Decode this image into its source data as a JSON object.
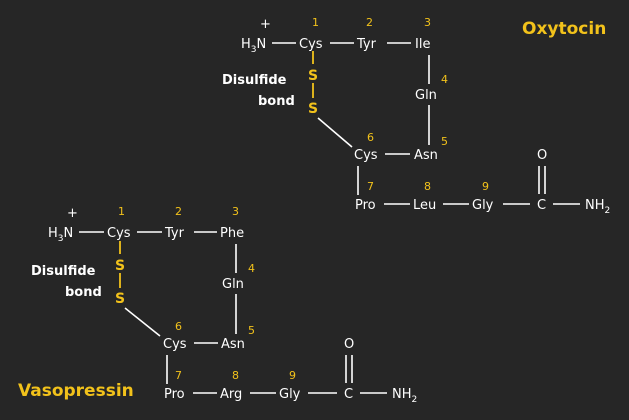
{
  "colors": {
    "background": "#262626",
    "text": "#ffffff",
    "accent": "#f2c21b"
  },
  "oxytocin": {
    "title": "Oxytocin",
    "n_terminus": "H",
    "n_sub": "3",
    "n_atom": "N",
    "charge": "+",
    "residues": [
      "Cys",
      "Tyr",
      "Ile",
      "Gln",
      "Asn",
      "Cys",
      "Pro",
      "Leu",
      "Gly"
    ],
    "numbers": [
      "1",
      "2",
      "3",
      "4",
      "5",
      "6",
      "7",
      "8",
      "9"
    ],
    "disulfide_label_1": "Disulfide",
    "disulfide_label_2": "bond",
    "sulfur": "S",
    "carbonyl_c": "C",
    "carbonyl_o": "O",
    "amide": "NH",
    "amide_sub": "2"
  },
  "vasopressin": {
    "title": "Vasopressin",
    "n_terminus": "H",
    "n_sub": "3",
    "n_atom": "N",
    "charge": "+",
    "residues": [
      "Cys",
      "Tyr",
      "Phe",
      "Gln",
      "Asn",
      "Cys",
      "Pro",
      "Arg",
      "Gly"
    ],
    "numbers": [
      "1",
      "2",
      "3",
      "4",
      "5",
      "6",
      "7",
      "8",
      "9"
    ],
    "disulfide_label_1": "Disulfide",
    "disulfide_label_2": "bond",
    "sulfur": "S",
    "carbonyl_c": "C",
    "carbonyl_o": "O",
    "amide": "NH",
    "amide_sub": "2"
  }
}
